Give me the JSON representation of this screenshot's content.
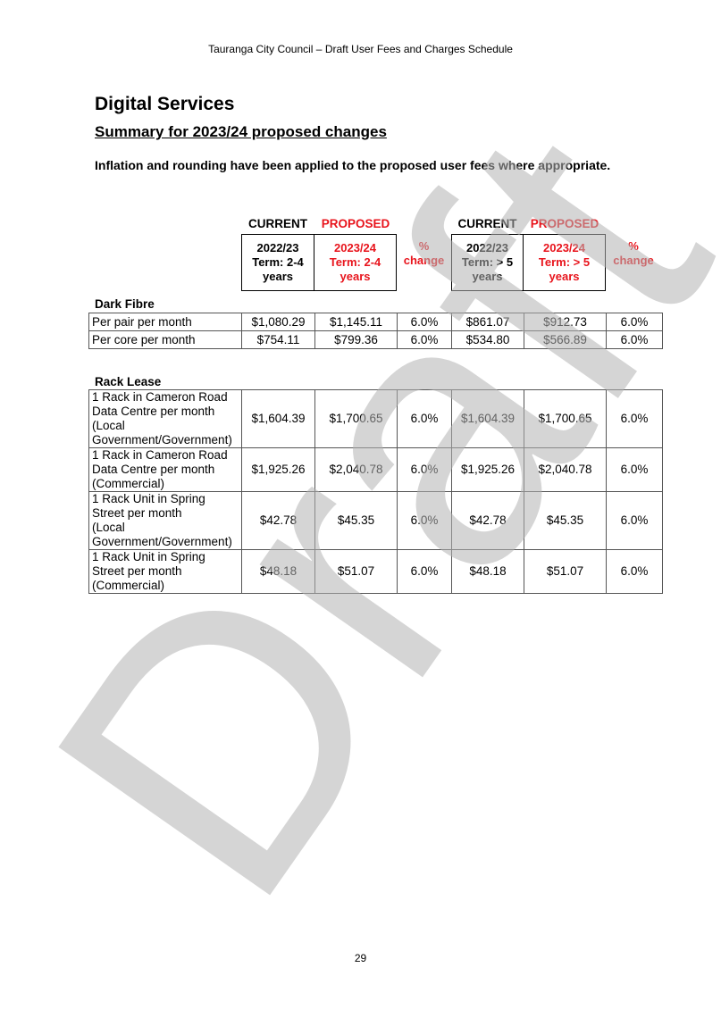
{
  "header": {
    "text": "Tauranga City Council – Draft User Fees and Charges Schedule"
  },
  "section": {
    "title": "Digital Services",
    "subtitle": "Summary for 2023/24 proposed changes",
    "intro": "Inflation and rounding have been applied to the proposed user fees where appropriate."
  },
  "columns": {
    "current_label": "CURRENT",
    "proposed_label": "PROPOSED",
    "col1": [
      "2022/23",
      "Term: 2-4",
      "years"
    ],
    "col2": [
      "2023/24",
      "Term: 2-4",
      "years"
    ],
    "col4": [
      "2022/23",
      "Term: > 5",
      "years"
    ],
    "col5": [
      "2023/24",
      "Term: > 5",
      "years"
    ],
    "pct": [
      "%",
      "change"
    ]
  },
  "dark_fibre": {
    "label": "Dark Fibre",
    "rows": [
      {
        "name": [
          "Per pair per month"
        ],
        "values": [
          "$1,080.29",
          "$1,145.11",
          "6.0%",
          "$861.07",
          "$912.73",
          "6.0%"
        ]
      },
      {
        "name": [
          "Per core per month"
        ],
        "values": [
          "$754.11",
          "$799.36",
          "6.0%",
          "$534.80",
          "$566.89",
          "6.0%"
        ]
      }
    ]
  },
  "rack_lease": {
    "label": "Rack Lease",
    "rows": [
      {
        "name": [
          "1 Rack in Cameron Road",
          "Data Centre per month",
          "(Local",
          "Government/Government)"
        ],
        "values": [
          "$1,604.39",
          "$1,700.65",
          "6.0%",
          "$1,604.39",
          "$1,700.65",
          "6.0%"
        ]
      },
      {
        "name": [
          "1 Rack in Cameron Road",
          "Data Centre per month",
          "(Commercial)"
        ],
        "values": [
          "$1,925.26",
          "$2,040.78",
          "6.0%",
          "$1,925.26",
          "$2,040.78",
          "6.0%"
        ]
      },
      {
        "name": [
          "1 Rack Unit in Spring",
          "Street per month",
          "(Local",
          "Government/Government)"
        ],
        "values": [
          "$42.78",
          "$45.35",
          "6.0%",
          "$42.78",
          "$45.35",
          "6.0%"
        ]
      },
      {
        "name": [
          "1 Rack Unit in Spring",
          "Street per month",
          "(Commercial)"
        ],
        "values": [
          "$48.18",
          "$51.07",
          "6.0%",
          "$48.18",
          "$51.07",
          "6.0%"
        ]
      }
    ]
  },
  "watermark": {
    "text": "Draft",
    "color": "#b3b3b3"
  },
  "footer": {
    "page_number": "29"
  }
}
